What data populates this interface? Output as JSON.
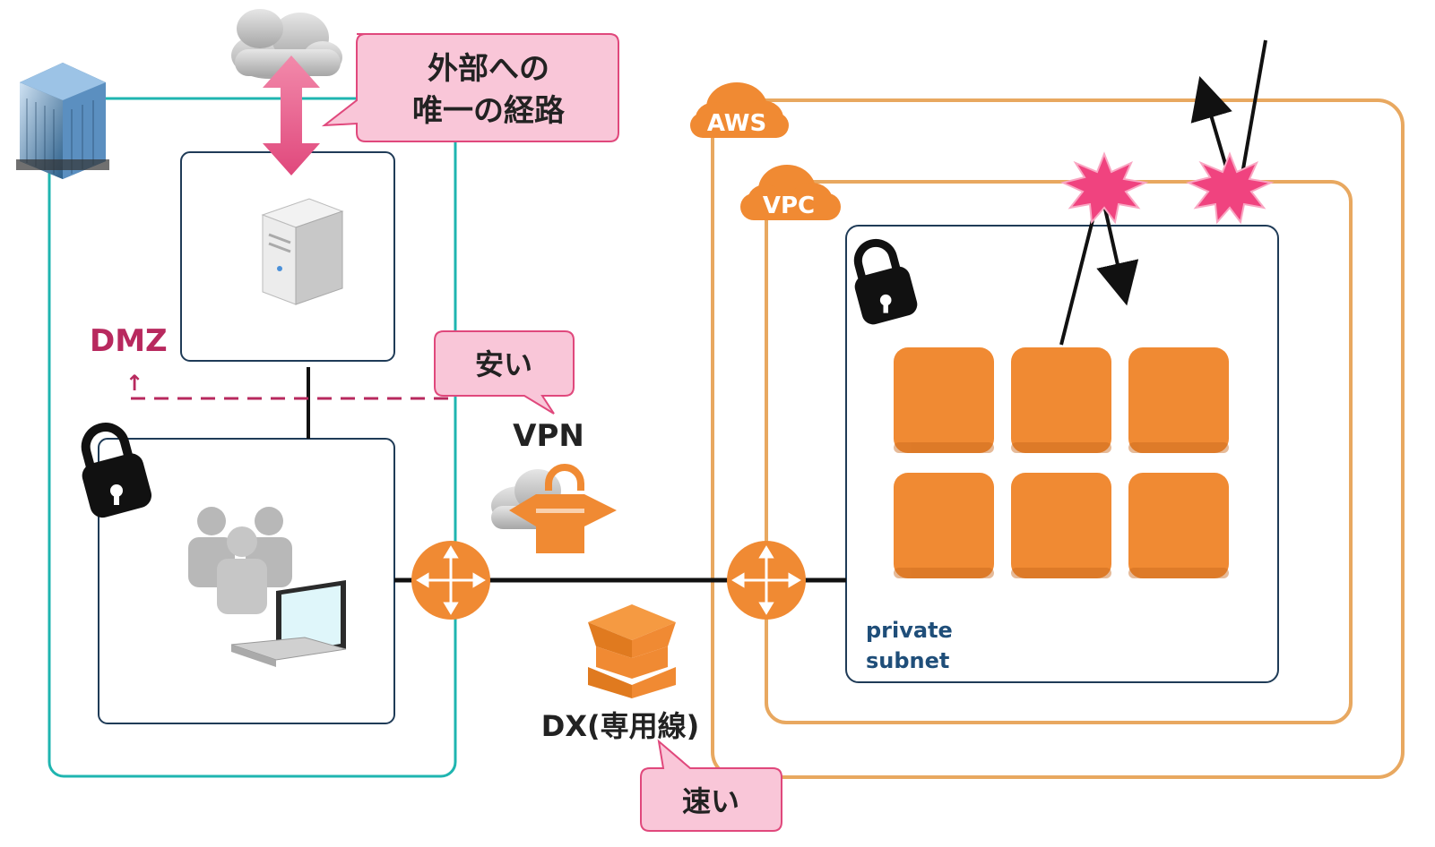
{
  "labels": {
    "callout_exit_line1": "外部への",
    "callout_exit_line2": "唯一の経路",
    "callout_cheap": "安い",
    "callout_fast": "速い",
    "dmz": "DMZ",
    "dmz_arrow": "↑",
    "vpn": "VPN",
    "dx": "DX(専用線)",
    "aws": "AWS",
    "vpc": "VPC",
    "private_line1": "private",
    "private_line2": "subnet"
  },
  "colors": {
    "onprem_border": "#1fb5b0",
    "aws_border": "#e8a860",
    "aws_orange": "#f08a33",
    "callout_pink": "#f9c6d8",
    "callout_border": "#e0487c",
    "dmz_text": "#b8295e",
    "subnet_text": "#1f4e79",
    "box_border": "#1f3b57"
  }
}
